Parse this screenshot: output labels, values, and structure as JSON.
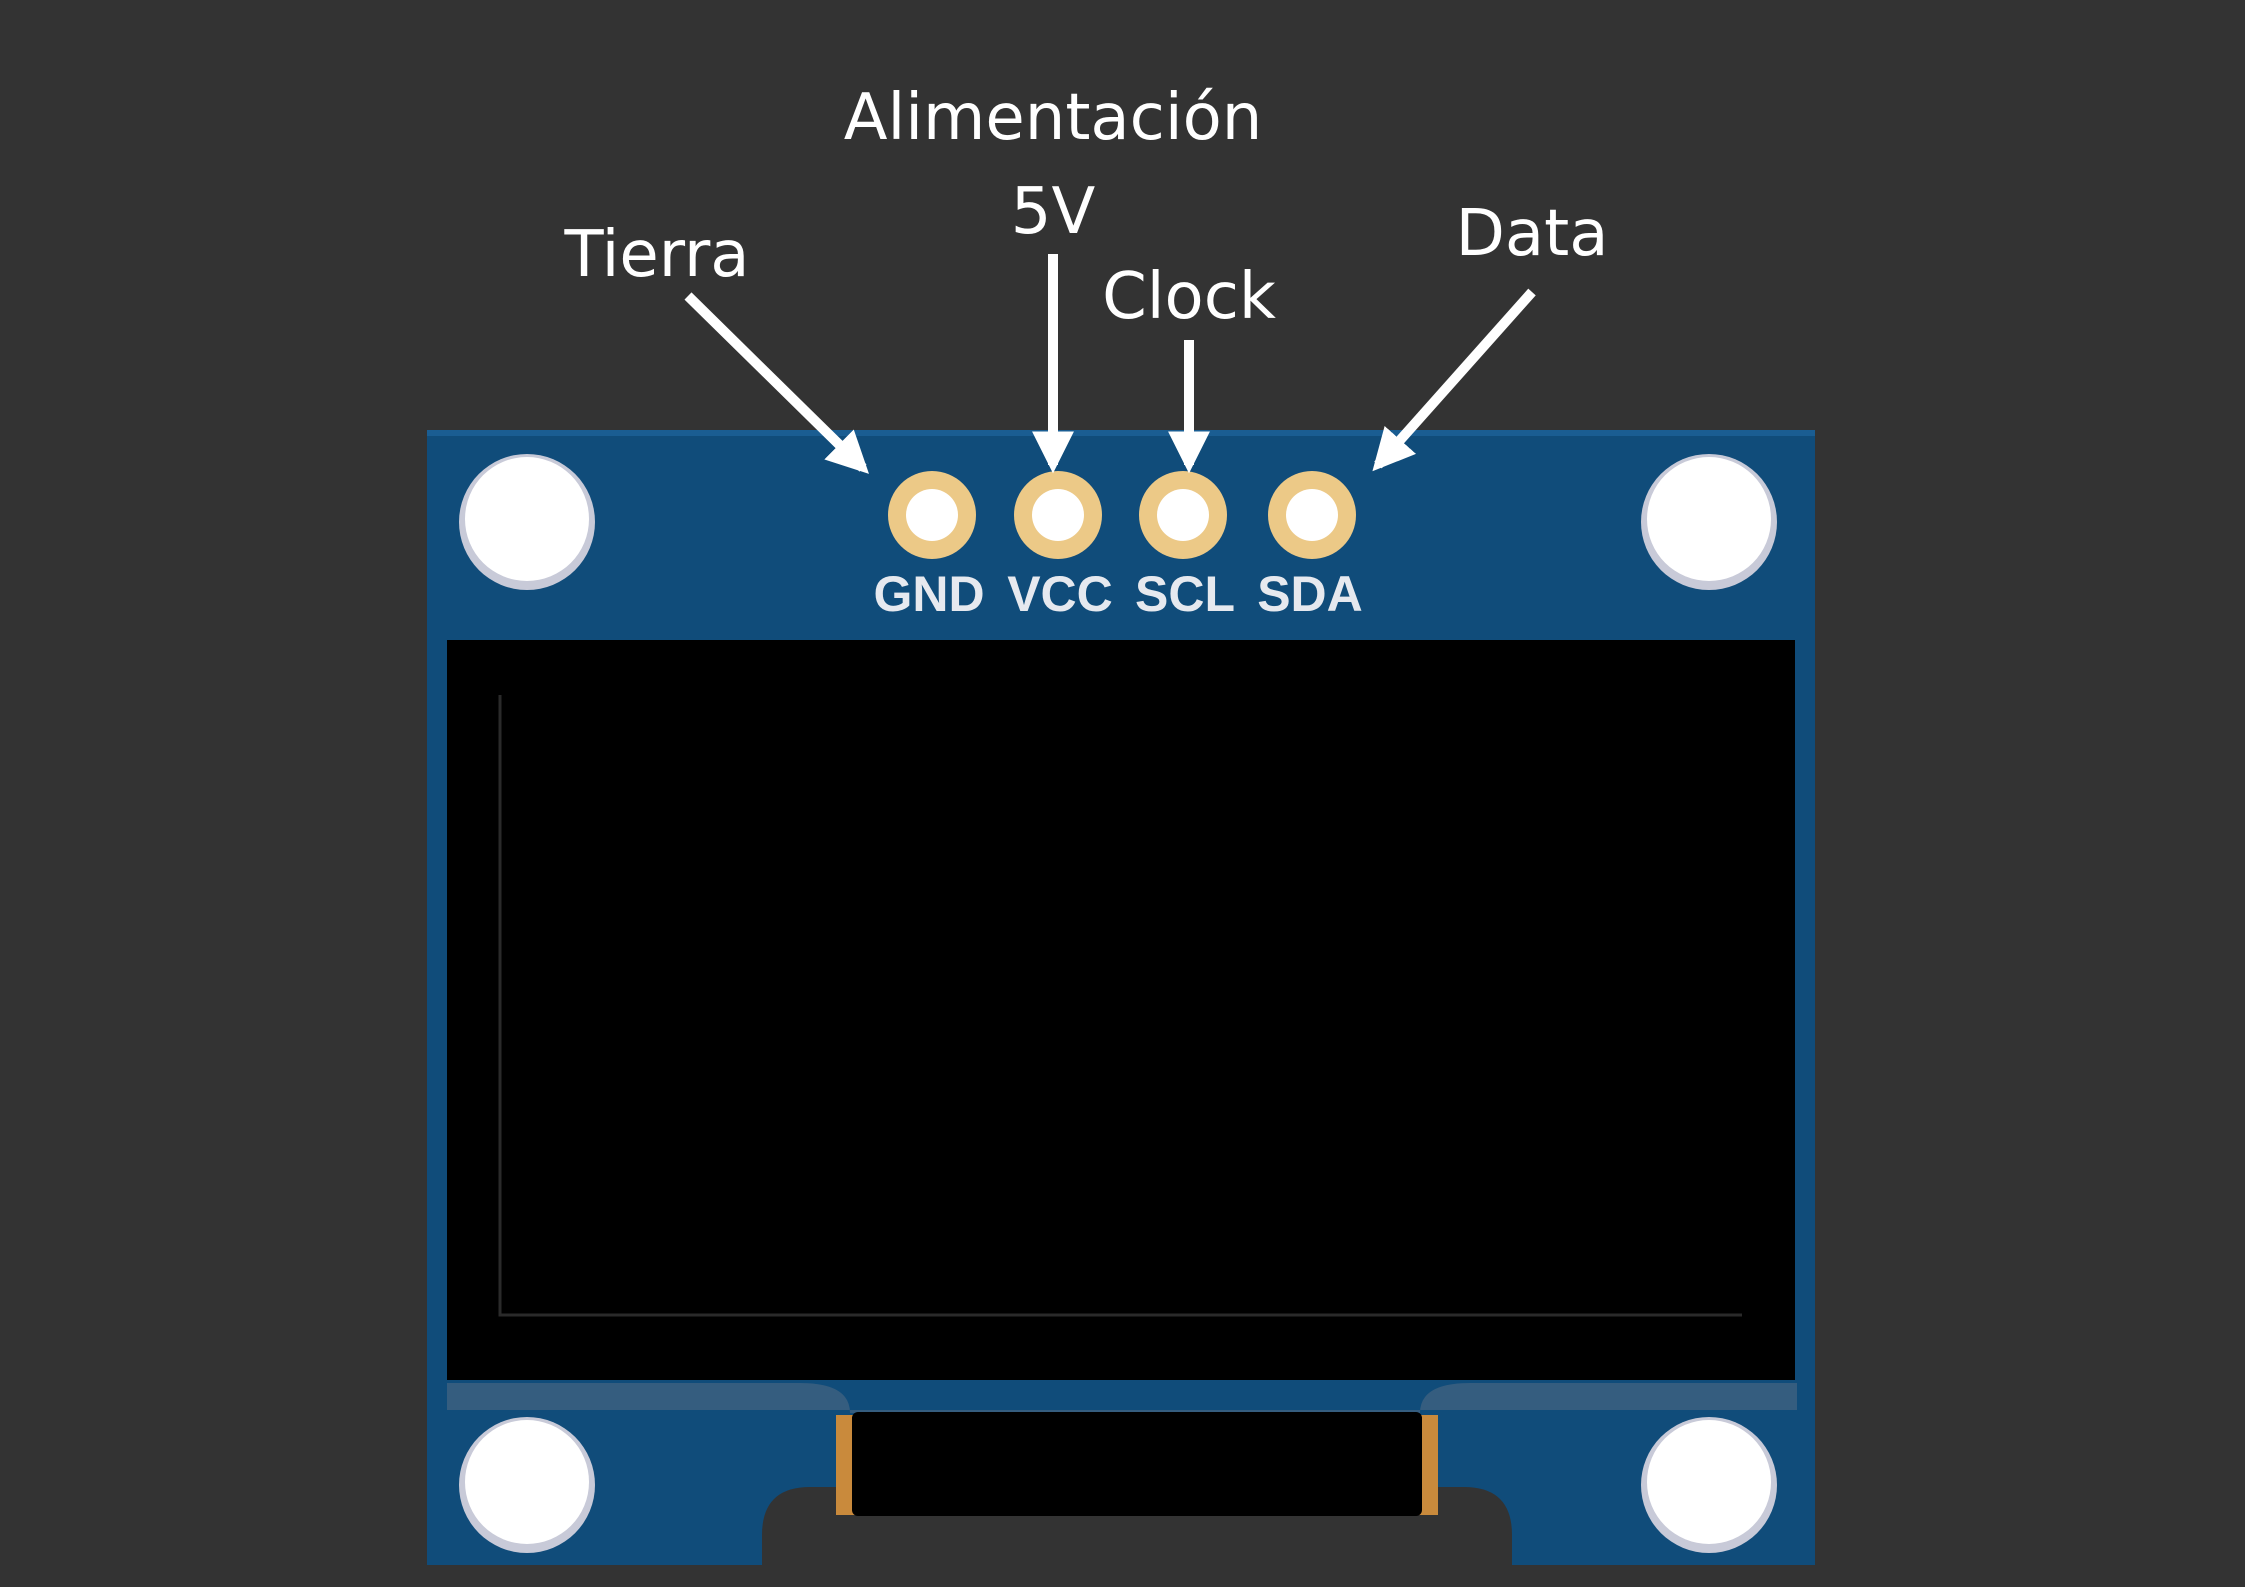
{
  "colors": {
    "background": "#333333",
    "board": "#104c7a",
    "screen": "#000000",
    "pad_ring": "#ecc987",
    "hole": "#ffffff",
    "connector_edge": "#c98a3c",
    "callout_text": "#ffffff"
  },
  "callouts": {
    "tierra": "Tierra",
    "alimentacion_line1": "Alimentación",
    "alimentacion_line2": "5V",
    "clock": "Clock",
    "data": "Data"
  },
  "pins": {
    "gnd": "GND",
    "vcc": "VCC",
    "scl": "SCL",
    "sda": "SDA"
  },
  "icons": [
    "arrow-icon",
    "mounting-hole-icon",
    "pin-pad-icon"
  ]
}
